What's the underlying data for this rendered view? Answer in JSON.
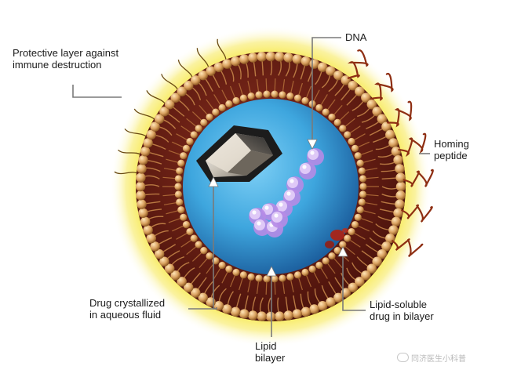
{
  "labels": {
    "protective_layer": [
      "Protective layer against",
      "immune destruction"
    ],
    "dna": "DNA",
    "homing_peptide": [
      "Homing",
      "peptide"
    ],
    "drug_crystallized": [
      "Drug crystallized",
      "in aqueous fluid"
    ],
    "lipid_soluble_drug": [
      "Lipid-soluble",
      "drug in bilayer"
    ],
    "lipid_bilayer": [
      "Lipid",
      "bilayer"
    ]
  },
  "watermark": {
    "text": "同济医生小科普"
  },
  "colors": {
    "protective_glow": "#f4e23c",
    "bilayer_fill": "#6e1f16",
    "lipid_head": "#d9a15f",
    "aqueous_core": "#3ea6de",
    "dna": "#c9a4ef",
    "peptide": "#8e2e12",
    "lipid_drug": "#b0200f",
    "arrow": "#777777"
  },
  "icons": [
    "liposome-icon",
    "crystal-icon",
    "dna-helix-icon",
    "homing-peptide-icon",
    "watermark-chat-icon"
  ]
}
